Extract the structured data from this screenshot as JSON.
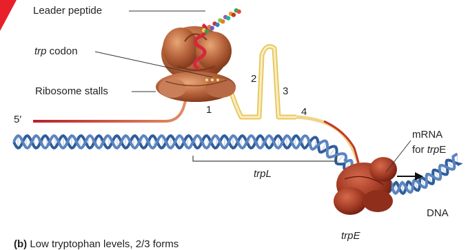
{
  "labels": {
    "leader_peptide": "Leader peptide",
    "trp_codon_italic": "trp",
    "trp_codon_rest": " codon",
    "ribosome_stalls": "Ribosome stalls",
    "five_prime": "5′",
    "region_1": "1",
    "region_2": "2",
    "region_3": "3",
    "region_4": "4",
    "trpL": "trpL",
    "mrna_line1": "mRNA",
    "mrna_line2_prefix": "for ",
    "mrna_line2_italic": "trp",
    "mrna_line2_suffix": "E",
    "dna": "DNA",
    "trpE": "trpE",
    "caption_bold": "(b)",
    "caption_text": " Low tryptophan levels, 2/3 forms"
  },
  "colors": {
    "ribosome": "#b5623a",
    "ribosome_dark": "#8a3e22",
    "mrna_red": "#c0392b",
    "hairpin_yellow": "#f3dc8a",
    "dna_blue": "#2f5d9a",
    "dna_light": "#9cb6d8",
    "polymerase": "#a33a24",
    "triangle": "#e8202a"
  },
  "icons": {
    "corner": "red-triangle-icon",
    "arrow": "right-arrow-icon"
  }
}
